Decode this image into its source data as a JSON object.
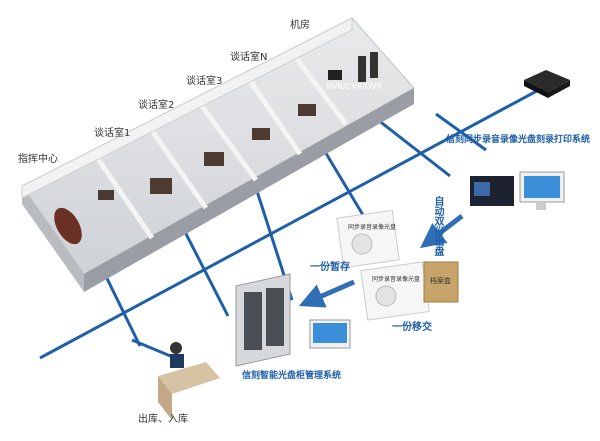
{
  "rooms": {
    "command_center": "指挥中心",
    "room1": "谈话室1",
    "room2": "谈话室2",
    "room3": "谈话室3",
    "roomN": "谈话室N",
    "machine_room": "机房"
  },
  "devices": {
    "nvr_label": "NVR/CVR/DVR",
    "burn_system": "信刻同步录音录像光盘刻录打印系统",
    "cabinet_system": "信刻智能光盘柜管理系统",
    "disc_title": "同步录音录像光盘",
    "box_label": "档案盒"
  },
  "flows": {
    "auto_burn": "自动双份出盘",
    "archive_store": "一份暂存",
    "transfer": "一份移交",
    "in_out": "出库、入库"
  },
  "colors": {
    "network_line": "#1f5fa8",
    "arrow": "#2f6db5",
    "room_wall": "#e6e6e6"
  }
}
